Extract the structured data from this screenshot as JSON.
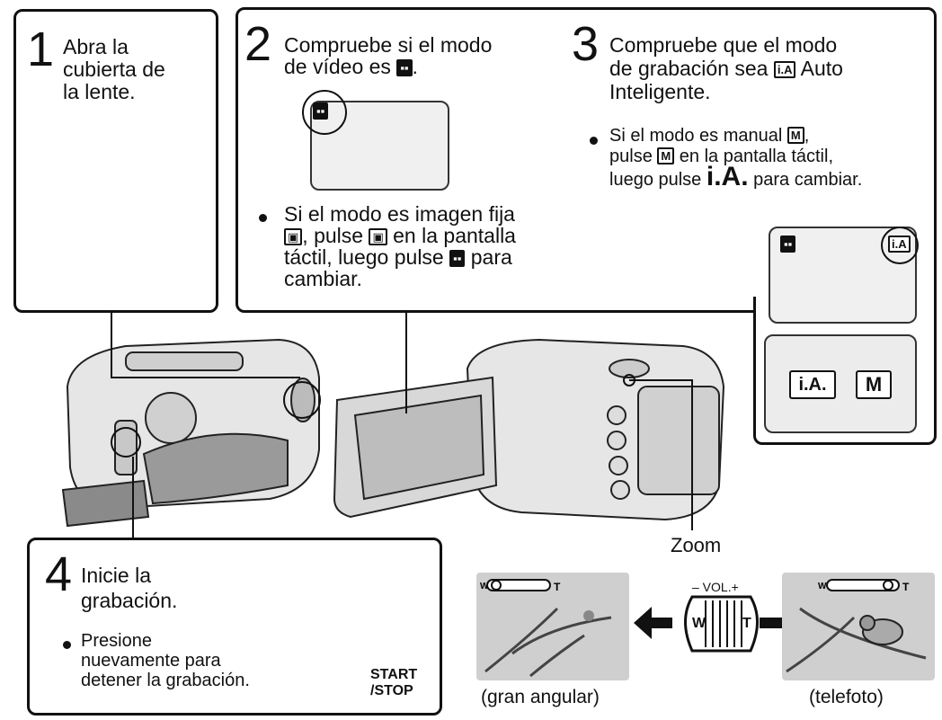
{
  "step1": {
    "number": "1",
    "lines": [
      "Abra la",
      "cubierta de",
      "la lente."
    ]
  },
  "step2": {
    "number": "2",
    "lines": [
      "Compruebe si el modo",
      "de vídeo es"
    ],
    "bullet_lines": [
      "Si el modo es imagen fija",
      ", pulse",
      "en la pantalla",
      "táctil, luego pulse",
      "para",
      "cambiar."
    ]
  },
  "step3": {
    "number": "3",
    "lines": [
      "Compruebe que el modo",
      "de grabación sea",
      "Auto",
      "Inteligente."
    ],
    "ia_icon": "i.A",
    "bullet_lines": [
      "Si el modo es manual",
      ",",
      "pulse",
      "en la pantalla táctil,",
      "luego pulse",
      "i.A.",
      "para cambiar."
    ],
    "m_icon": "M",
    "button_ia": "i.A.",
    "button_m": "M",
    "screen_ia": "i.A"
  },
  "step4": {
    "number": "4",
    "lines": [
      "Inicie la",
      "grabación."
    ],
    "bullet_lines": [
      "Presione",
      "nuevamente para",
      "detener la grabación."
    ],
    "start_stop": [
      "START",
      "/STOP"
    ]
  },
  "zoom": {
    "label": "Zoom",
    "vol_label": "– VOL.+",
    "w": "W",
    "t": "T",
    "wide_caption": "(gran angular)",
    "tele_caption": "(telefoto)"
  },
  "icons": {
    "video": "video-camera-icon",
    "still": "still-camera-icon",
    "hand": "pointing-hand-icon"
  }
}
